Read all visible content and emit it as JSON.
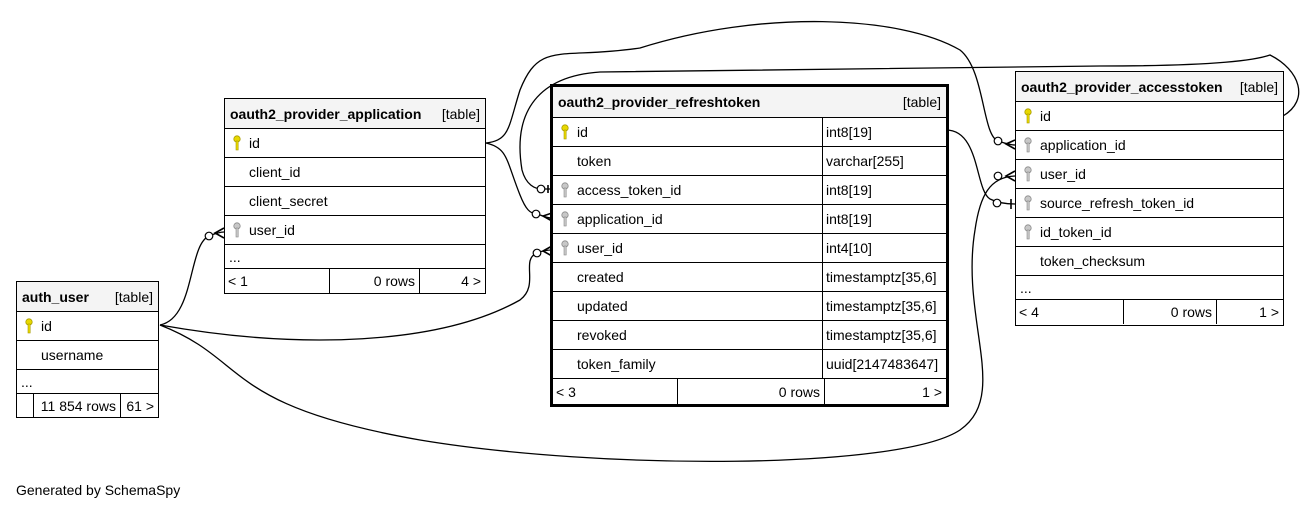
{
  "tables": {
    "auth_user": {
      "name": "auth_user",
      "kind": "[table]",
      "columns": [
        {
          "name": "id",
          "key": "primary"
        },
        {
          "name": "username",
          "key": "none"
        }
      ],
      "ellipsis": "...",
      "footer": {
        "parents": "",
        "rows": "11 854 rows",
        "children": "61 >"
      }
    },
    "application": {
      "name": "oauth2_provider_application",
      "kind": "[table]",
      "columns": [
        {
          "name": "id",
          "key": "primary"
        },
        {
          "name": "client_id",
          "key": "none"
        },
        {
          "name": "client_secret",
          "key": "none"
        },
        {
          "name": "user_id",
          "key": "foreign"
        }
      ],
      "ellipsis": "...",
      "footer": {
        "parents": "< 1",
        "rows": "0 rows",
        "children": "4 >"
      }
    },
    "refreshtoken": {
      "name": "oauth2_provider_refreshtoken",
      "kind": "[table]",
      "columns": [
        {
          "name": "id",
          "type": "int8[19]",
          "key": "primary"
        },
        {
          "name": "token",
          "type": "varchar[255]",
          "key": "none"
        },
        {
          "name": "access_token_id",
          "type": "int8[19]",
          "key": "foreign"
        },
        {
          "name": "application_id",
          "type": "int8[19]",
          "key": "foreign"
        },
        {
          "name": "user_id",
          "type": "int4[10]",
          "key": "foreign"
        },
        {
          "name": "created",
          "type": "timestamptz[35,6]",
          "key": "none"
        },
        {
          "name": "updated",
          "type": "timestamptz[35,6]",
          "key": "none"
        },
        {
          "name": "revoked",
          "type": "timestamptz[35,6]",
          "key": "none"
        },
        {
          "name": "token_family",
          "type": "uuid[2147483647]",
          "key": "none"
        }
      ],
      "footer": {
        "parents": "< 3",
        "rows": "0 rows",
        "children": "1 >"
      }
    },
    "accesstoken": {
      "name": "oauth2_provider_accesstoken",
      "kind": "[table]",
      "columns": [
        {
          "name": "id",
          "key": "primary"
        },
        {
          "name": "application_id",
          "key": "foreign"
        },
        {
          "name": "user_id",
          "key": "foreign"
        },
        {
          "name": "source_refresh_token_id",
          "key": "foreign"
        },
        {
          "name": "id_token_id",
          "key": "foreign"
        },
        {
          "name": "token_checksum",
          "key": "none"
        }
      ],
      "ellipsis": "...",
      "footer": {
        "parents": "< 4",
        "rows": "0 rows",
        "children": "1 >"
      }
    }
  },
  "generated_by": "Generated by SchemaSpy",
  "colors": {
    "primary_key": "#e8d800",
    "foreign_key": "#b8b8b8",
    "header_bg": "#f4f4f4"
  }
}
